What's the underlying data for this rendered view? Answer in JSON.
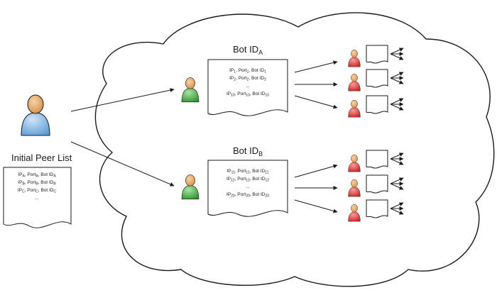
{
  "initial_peer_list": {
    "label": "Initial Peer List",
    "entries": [
      {
        "ip": "A",
        "port": "A",
        "bot": "A"
      },
      {
        "ip": "B",
        "port": "B",
        "bot": "B"
      },
      {
        "ip": "C",
        "port": "C",
        "bot": "C"
      }
    ],
    "ellipsis": "..."
  },
  "bots": [
    {
      "title_main": "Bot ID",
      "title_sub": "A",
      "entries": [
        {
          "ip": "1",
          "port": "1",
          "bot": "1"
        },
        {
          "ip": "2",
          "port": "2",
          "bot": "2"
        },
        {
          "ellipsis": "..."
        },
        {
          "ip": "10",
          "port": "10",
          "bot": "10"
        }
      ]
    },
    {
      "title_main": "Bot ID",
      "title_sub": "B",
      "entries": [
        {
          "ip": "11",
          "port": "11",
          "bot": "11"
        },
        {
          "ip": "12",
          "port": "12",
          "bot": "12"
        },
        {
          "ellipsis": "..."
        },
        {
          "ip": "20",
          "port": "20",
          "bot": "20"
        }
      ]
    }
  ],
  "entry_words": {
    "ip": "IP",
    "port": "Port",
    "bot": "Bot ID"
  },
  "colors": {
    "initial_peer": "#5b9bd5",
    "known_bot": "#3aa53a",
    "peer_bot": "#d62b2b",
    "skin": "#e9b07a",
    "outline": "#1a1a1a"
  },
  "icons": [
    "user-blue-icon",
    "user-green-icon",
    "user-red-icon",
    "document-icon",
    "cloud-shape"
  ]
}
